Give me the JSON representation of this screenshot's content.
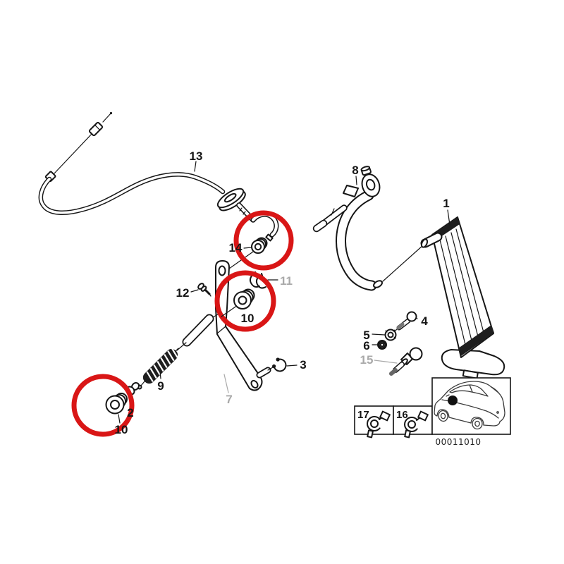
{
  "diagram": {
    "code": "00011010",
    "part_labels": {
      "cable": "13",
      "pedal_lever": "8",
      "pedal": "1",
      "grommet_cable_end": "14",
      "screw": "12",
      "clip_upper": "11",
      "grommet_mid": "10",
      "spring": "9",
      "lever_arm": "7",
      "circlip": "3",
      "bushing": "2",
      "grommet_lower": "10",
      "washer": "5",
      "nut": "6",
      "ball_pin": "4",
      "ball_socket": "15",
      "inset_clip_left": "17",
      "inset_clip_right": "16"
    },
    "colors": {
      "highlight": "#d91616",
      "ink": "#161616",
      "muted": "#a9a9a9"
    }
  }
}
